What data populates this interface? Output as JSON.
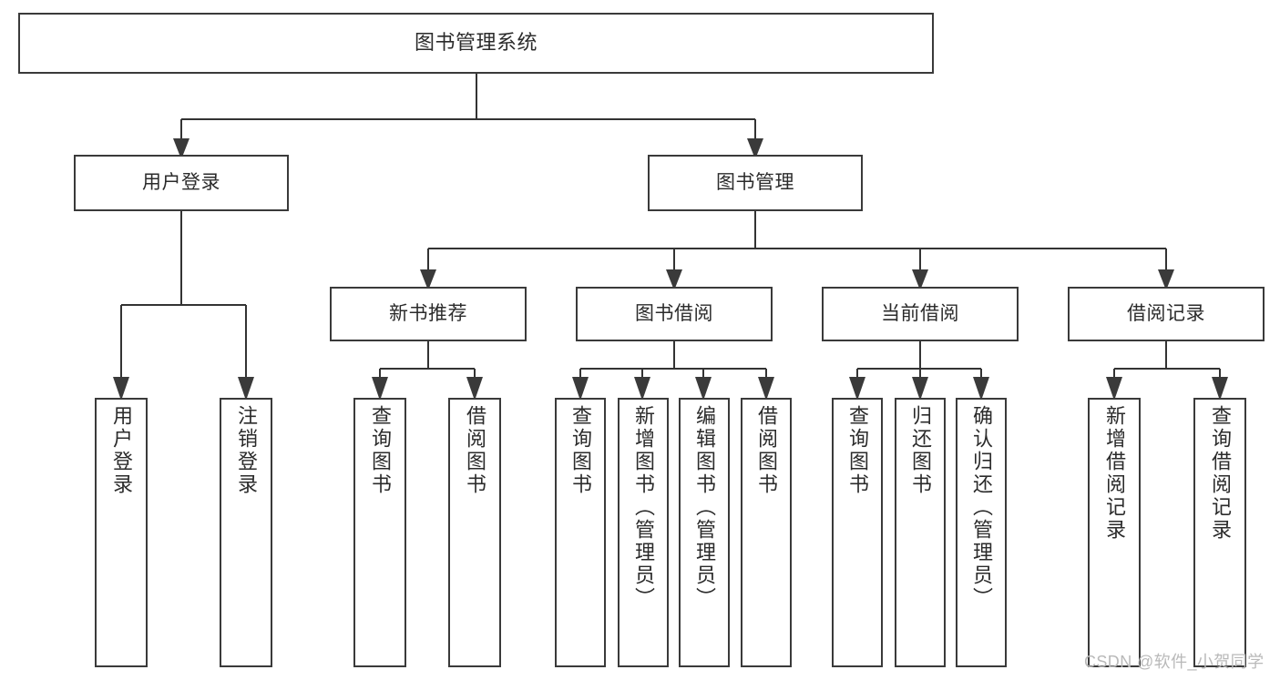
{
  "diagram": {
    "title": "图书管理系统",
    "root": {
      "label": "图书管理系统"
    },
    "level2": [
      {
        "label": "用户登录"
      },
      {
        "label": "图书管理"
      }
    ],
    "level3": [
      {
        "label": "新书推荐"
      },
      {
        "label": "图书借阅"
      },
      {
        "label": "当前借阅"
      },
      {
        "label": "借阅记录"
      }
    ],
    "leaves": {
      "user_login": [
        {
          "label": "用户登录"
        },
        {
          "label": "注销登录"
        }
      ],
      "new_book_recommend": [
        {
          "label": "查询图书"
        },
        {
          "label": "借阅图书"
        }
      ],
      "book_borrow": [
        {
          "label": "查询图书"
        },
        {
          "label": "新增图书（管理员）"
        },
        {
          "label": "编辑图书（管理员）"
        },
        {
          "label": "借阅图书"
        }
      ],
      "current_borrow": [
        {
          "label": "查询图书"
        },
        {
          "label": "归还图书"
        },
        {
          "label": "确认归还（管理员）"
        }
      ],
      "borrow_record": [
        {
          "label": "新增借阅记录"
        },
        {
          "label": "查询借阅记录"
        }
      ]
    }
  },
  "watermark": {
    "text": "CSDN @软件_小贺同学"
  },
  "colors": {
    "box_border": "#3a3a3a",
    "line": "#333333",
    "text": "#2b2b2b",
    "background": "#ffffff",
    "watermark": "#b9b9b9"
  }
}
